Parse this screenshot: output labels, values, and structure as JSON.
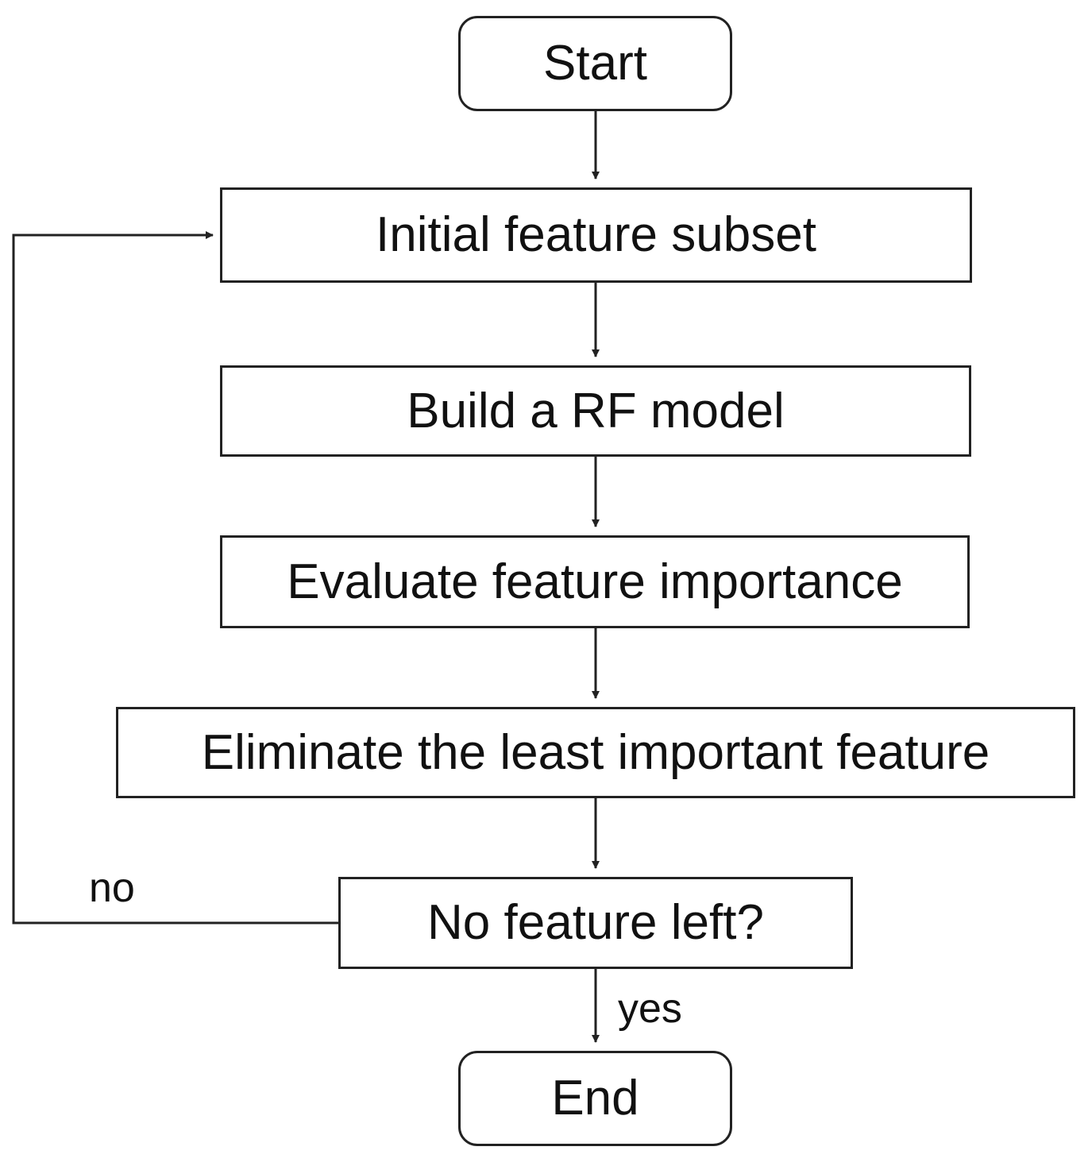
{
  "diagram": {
    "nodes": {
      "start": "Start",
      "initial": "Initial feature subset",
      "build": "Build a RF model",
      "evaluate": "Evaluate feature importance",
      "eliminate": "Eliminate the least important feature",
      "check": "No feature left?",
      "end": "End"
    },
    "edge_labels": {
      "no": "no",
      "yes": "yes"
    },
    "colors": {
      "line": "#222222",
      "text": "#111111",
      "background": "#ffffff"
    }
  }
}
